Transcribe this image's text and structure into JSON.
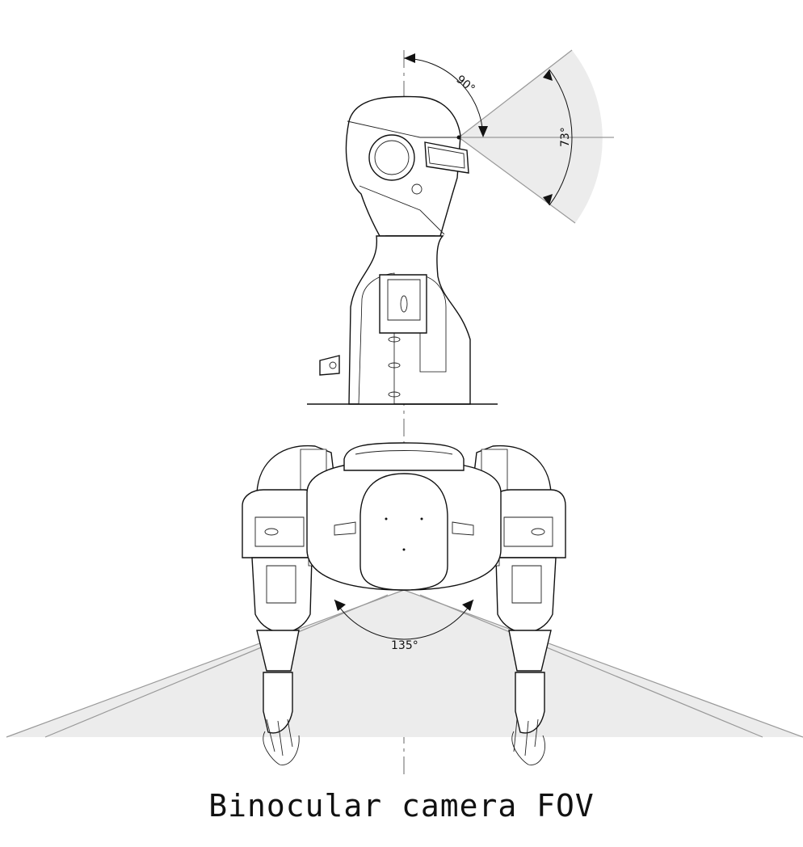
{
  "caption": "Binocular camera FOV",
  "side_view": {
    "tilt_angle_label": "90°",
    "vertical_fov_label": "73°"
  },
  "top_view": {
    "horizontal_fov_label": "135°"
  }
}
